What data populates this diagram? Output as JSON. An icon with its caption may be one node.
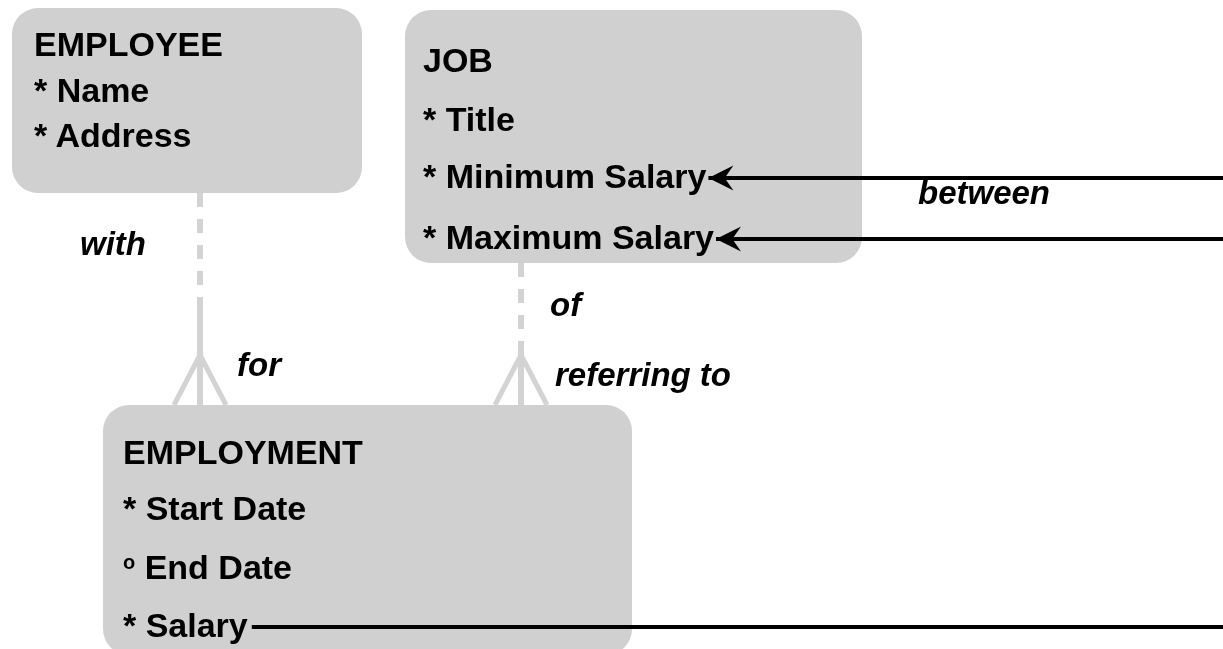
{
  "diagram": {
    "nodes": [
      {
        "text": [
          "EMPLOYEE"
        ]
      },
      {
        "text": [
          "* Name"
        ],
        "in": 0
      },
      {
        "text": [
          "* Address"
        ],
        "in": 0
      },
      {
        "text": [
          "JOB"
        ]
      },
      {
        "text": [
          "* Title"
        ],
        "in": 3
      },
      {
        "text": [
          "* Minimum Salary"
        ],
        "in": 3
      },
      {
        "text": [
          "* Maximum Salary"
        ],
        "in": 3
      },
      {
        "text": [
          "EMPLOYMENT"
        ]
      },
      {
        "text": [
          "* Start Date"
        ],
        "in": 7
      },
      {
        "text": [
          "$^{o}$ End Date"
        ],
        "in": 7
      },
      {
        "text": [
          "* Salary"
        ],
        "in": 7
      }
    ],
    "edges": [
      {
        "from": 0,
        "to": 7,
        "arrow": "other",
        "style": "dashed",
        "color": "#d3d3d3"
      },
      {
        "from": 3,
        "to": 7,
        "arrow": "other",
        "style": "dashed",
        "color": "#d3d3d3"
      },
      {
        "from": null,
        "to": 5,
        "arrow": "to"
      },
      {
        "from": null,
        "to": 6,
        "arrow": "to"
      },
      {
        "from": 10,
        "to": null,
        "arrow": "none"
      }
    ],
    "labels": [
      "with",
      "between",
      "of",
      "for",
      "referring to"
    ]
  }
}
